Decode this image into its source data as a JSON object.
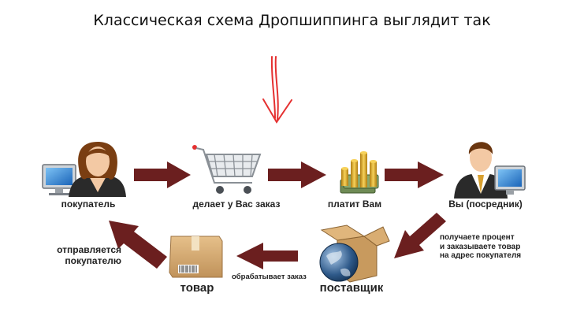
{
  "title": "Классическая схема Дропшиппинга выглядит так",
  "nodes": {
    "buyer": {
      "label": "покупатель"
    },
    "order": {
      "label": "делает у Вас заказ"
    },
    "pays": {
      "label": "платит Вам"
    },
    "you": {
      "label": "Вы (посредник)"
    },
    "supplier": {
      "label": "поставщик"
    },
    "goods": {
      "label": "товар"
    }
  },
  "edges": {
    "you_to_supplier": {
      "line1": "получаете процент",
      "line2": "и заказываете товар",
      "line3": "на адрес покупателя"
    },
    "supplier_to_goods": {
      "label": "обрабатывает заказ"
    },
    "goods_to_buyer": {
      "line1": "отправляется",
      "line2": "покупателю"
    }
  },
  "colors": {
    "arrow": "#6b1f1f",
    "pointer": "#e53030",
    "skin": "#f3c9a4",
    "hair": "#7a3e12",
    "suit": "#2a2a2a",
    "box": "#d8ae74",
    "globe": "#2f5a8a",
    "coin": "#e6b32e"
  },
  "icons": [
    "computer-icon",
    "woman-icon",
    "shopping-cart-icon",
    "coins-icon",
    "businessman-icon",
    "package-icon",
    "globe-box-icon",
    "red-arrow-icon"
  ]
}
